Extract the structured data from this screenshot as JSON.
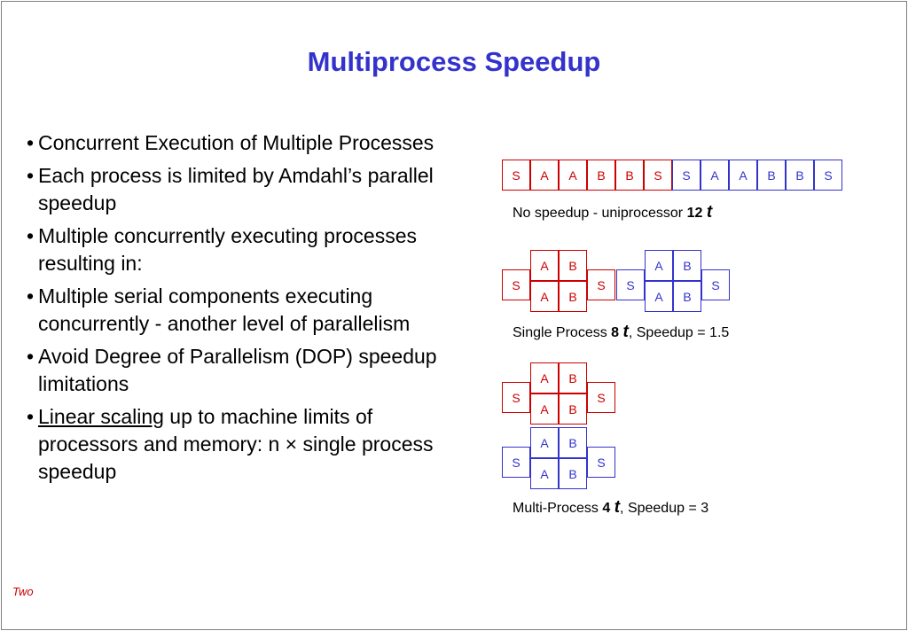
{
  "slide": {
    "title": "Multiprocess Speedup",
    "footer": "Two",
    "bullets": [
      {
        "prefix": "•",
        "text": "Concurrent Execution of Multiple Processes"
      },
      {
        "prefix": "•",
        "text": "Each process is limited by Amdahl’s parallel speedup"
      },
      {
        "prefix": "•",
        "text": "Multiple concurrently executing processes resulting in:"
      },
      {
        "prefix": "•",
        "text": " Multiple serial components executing concurrently - another level of parallelism"
      },
      {
        "prefix": "•",
        "text": "Avoid Degree of Parallelism (DOP) speedup limitations"
      },
      {
        "prefix": "•",
        "underlined": "Linear scaling",
        "text": " up to machine limits of processors and memory: n × single process speedup"
      }
    ]
  },
  "diagram": {
    "labels": {
      "serial": "S",
      "part_a": "A",
      "part_b": "B"
    },
    "colors": {
      "process1": "#cc0000",
      "process2": "#3333cc"
    },
    "row1": {
      "sequence": [
        "S",
        "A",
        "A",
        "B",
        "B",
        "S",
        "S",
        "A",
        "A",
        "B",
        "B",
        "S"
      ],
      "caption_pre": "No speedup - uniprocessor  ",
      "caption_num": "12",
      "caption_t": "t",
      "caption_post": ""
    },
    "row2": {
      "caption_pre": "Single Process ",
      "caption_num": "8",
      "caption_t": "t",
      "caption_post": ", Speedup = 1.5"
    },
    "row3": {
      "caption_pre": "Multi-Process  ",
      "caption_num": "4",
      "caption_t": "t",
      "caption_post": ", Speedup = 3"
    }
  }
}
